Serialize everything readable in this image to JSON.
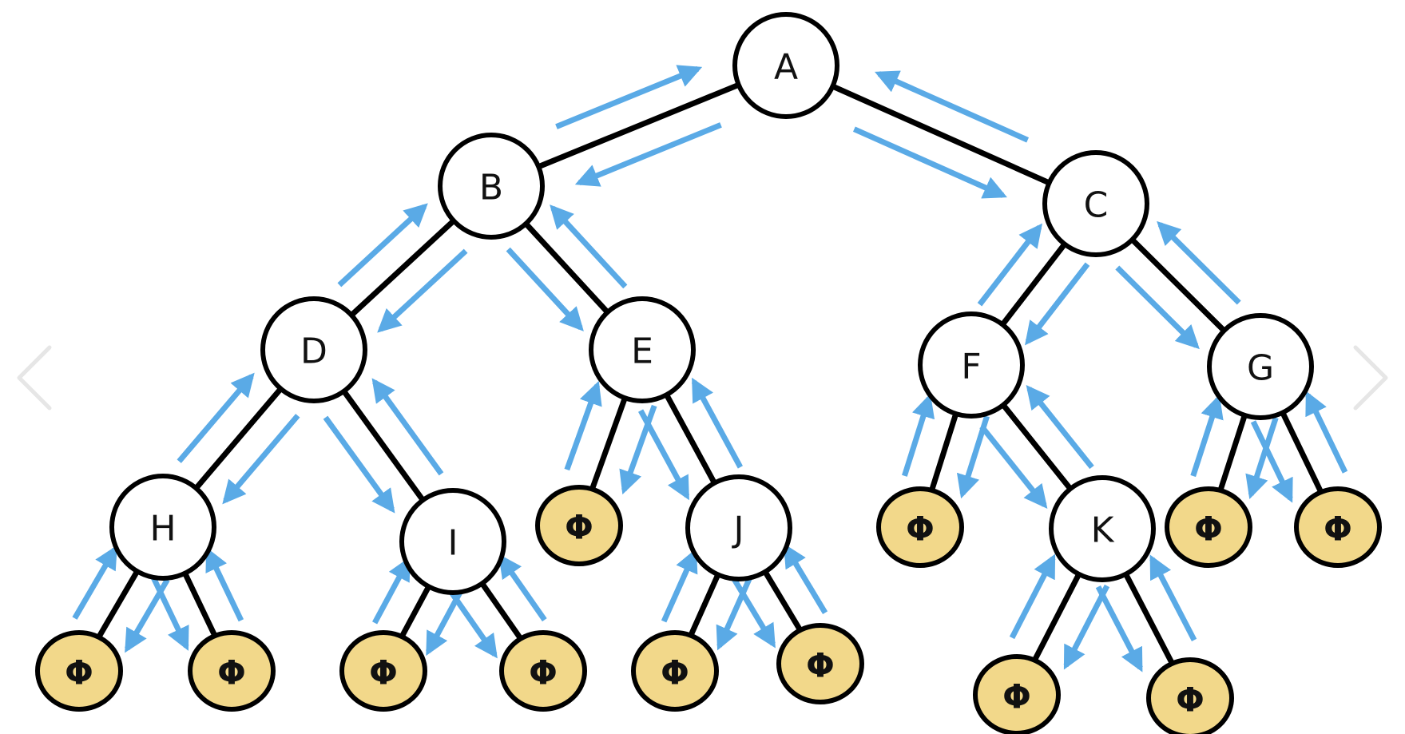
{
  "colors": {
    "node_fill": "#ffffff",
    "null_fill": "#f2d88a",
    "edge": "#000000",
    "arrow": "#5aaae6",
    "chevron": "#e6e6e6"
  },
  "nodes": [
    {
      "id": "A",
      "label": "A",
      "type": "node"
    },
    {
      "id": "B",
      "label": "B",
      "type": "node"
    },
    {
      "id": "C",
      "label": "C",
      "type": "node"
    },
    {
      "id": "D",
      "label": "D",
      "type": "node"
    },
    {
      "id": "E",
      "label": "E",
      "type": "node"
    },
    {
      "id": "F",
      "label": "F",
      "type": "node"
    },
    {
      "id": "G",
      "label": "G",
      "type": "node"
    },
    {
      "id": "H",
      "label": "H",
      "type": "node"
    },
    {
      "id": "I",
      "label": "I",
      "type": "node"
    },
    {
      "id": "J",
      "label": "J",
      "type": "node"
    },
    {
      "id": "K",
      "label": "K",
      "type": "node"
    },
    {
      "id": "n1",
      "label": "Φ",
      "type": "null"
    },
    {
      "id": "n2",
      "label": "Φ",
      "type": "null"
    },
    {
      "id": "n3",
      "label": "Φ",
      "type": "null"
    },
    {
      "id": "n4",
      "label": "Φ",
      "type": "null"
    },
    {
      "id": "n5",
      "label": "Φ",
      "type": "null"
    },
    {
      "id": "n6",
      "label": "Φ",
      "type": "null"
    },
    {
      "id": "n7",
      "label": "Φ",
      "type": "null"
    },
    {
      "id": "n8",
      "label": "Φ",
      "type": "null"
    },
    {
      "id": "n9",
      "label": "Φ",
      "type": "null"
    },
    {
      "id": "n10",
      "label": "Φ",
      "type": "null"
    },
    {
      "id": "n11",
      "label": "Φ",
      "type": "null"
    },
    {
      "id": "n12",
      "label": "Φ",
      "type": "null"
    }
  ],
  "edges": [
    [
      "A",
      "B"
    ],
    [
      "A",
      "C"
    ],
    [
      "B",
      "D"
    ],
    [
      "B",
      "E"
    ],
    [
      "C",
      "F"
    ],
    [
      "C",
      "G"
    ],
    [
      "D",
      "H"
    ],
    [
      "D",
      "I"
    ],
    [
      "E",
      "n1"
    ],
    [
      "E",
      "J"
    ],
    [
      "F",
      "n2"
    ],
    [
      "F",
      "K"
    ],
    [
      "G",
      "n3"
    ],
    [
      "G",
      "n4"
    ],
    [
      "H",
      "n5"
    ],
    [
      "H",
      "n6"
    ],
    [
      "I",
      "n7"
    ],
    [
      "I",
      "n8"
    ],
    [
      "J",
      "n9"
    ],
    [
      "J",
      "n10"
    ],
    [
      "K",
      "n11"
    ],
    [
      "K",
      "n12"
    ]
  ],
  "navigation": {
    "prev_icon": "chevron-left-icon",
    "next_icon": "chevron-right-icon"
  }
}
